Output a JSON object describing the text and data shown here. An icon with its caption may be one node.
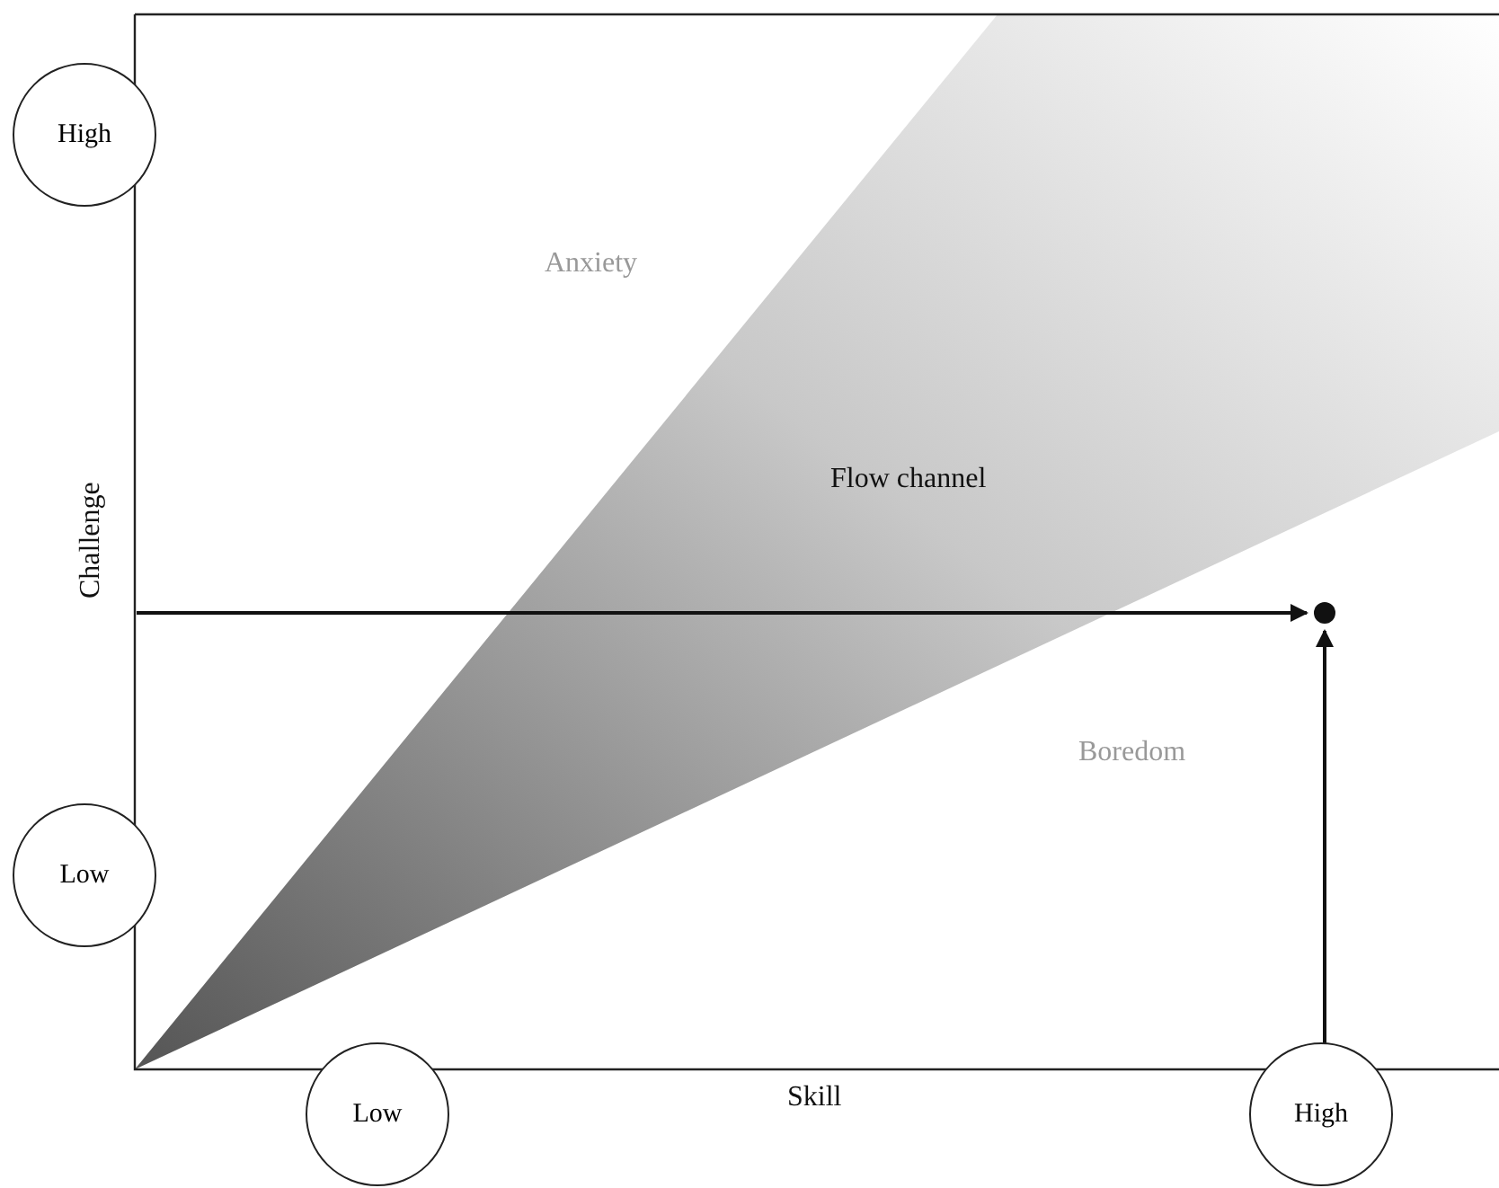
{
  "diagram": {
    "nodes": [
      {
        "text": [
          "High"
        ]
      },
      {
        "text": [
          "Low"
        ]
      },
      {
        "text": [
          "Low"
        ]
      },
      {
        "text": [
          "High"
        ]
      },
      {
        "text": [],
        "shape": "circle"
      }
    ],
    "edges": [
      {
        "from": null,
        "to": 4,
        "arrow": "to"
      },
      {
        "from": 3,
        "to": 4,
        "arrow": "to"
      }
    ],
    "labels": [
      "Anxiety",
      "Flow channel",
      "Boredom",
      "Challenge",
      "Skill"
    ]
  }
}
